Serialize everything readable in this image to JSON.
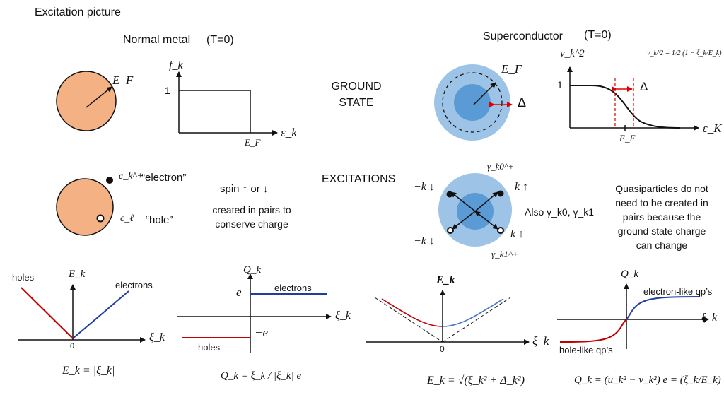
{
  "title": "Excitation picture",
  "normal_metal": {
    "heading": "Normal metal",
    "temp": "(T=0)",
    "fermi_label": "E_F",
    "occupation": {
      "ylabel": "f_k",
      "tick_one": "1",
      "xlabel": "ε_k",
      "xtick": "E_F"
    },
    "excitations": {
      "electron_op": "c_k^+",
      "electron_label": "“electron”",
      "hole_op": "c_ℓ",
      "hole_label": "“hole”",
      "spin_text": "spin ↑ or ↓",
      "pairs_note_1": "created in pairs to",
      "pairs_note_2": "conserve charge"
    },
    "energy_plot": {
      "ylabel": "E_k",
      "left_label": "holes",
      "right_label": "electrons",
      "origin": "0",
      "xlabel": "ξ_k",
      "formula": "E_k = |ξ_k|"
    },
    "charge_plot": {
      "ylabel": "Q_k",
      "upper_tick": "e",
      "lower_tick": "−e",
      "upper_label": "electrons",
      "lower_label": "holes",
      "xlabel": "ξ_k",
      "formula": "Q_k = ξ_k / |ξ_k| e"
    }
  },
  "center": {
    "ground_state_1": "GROUND",
    "ground_state_2": "STATE",
    "excitations": "EXCITATIONS"
  },
  "superconductor": {
    "heading": "Superconductor",
    "temp": "(T=0)",
    "fermi_label": "E_F",
    "gap_label": "Δ",
    "coherence": {
      "ylabel": "v_k^2",
      "formula": "v_k^2 = 1/2 (1 − ξ_k/E_k)",
      "tick_one": "1",
      "xlabel": "ε_K",
      "xtick": "E_F",
      "gap_label": "Δ"
    },
    "excitations": {
      "top_op": "γ_k0^+",
      "bottom_op": "γ_k1^+",
      "tl": "−k ↓",
      "tr": "k ↑",
      "bl": "−k ↓",
      "br": "k ↑",
      "also": "Also γ_k0, γ_k1",
      "note": [
        "Quasiparticles do not",
        "need to be created in",
        "pairs because the",
        "ground state charge",
        "can change"
      ]
    },
    "energy_plot": {
      "ylabel": "E_k",
      "origin": "0",
      "xlabel": "ξ_k",
      "formula": "E_k = √(ξ_k² + Δ_k²)"
    },
    "charge_plot": {
      "ylabel": "Q_k",
      "upper_label": "electron-like qp’s",
      "lower_label": "hole-like qp’s",
      "xlabel": "ξ_k",
      "formula": "Q_k = (u_k² − v_k²) e = (ξ_k/E_k) e"
    }
  },
  "colors": {
    "metal_fill": "#F4B183",
    "sc_outer": "#9DC3E6",
    "sc_inner": "#5B9BD5",
    "hole_red": "#C00000",
    "electron_blue": "#1F3FA0",
    "sc_curve_blue": "#4472C4",
    "gap_red": "#E00000"
  }
}
